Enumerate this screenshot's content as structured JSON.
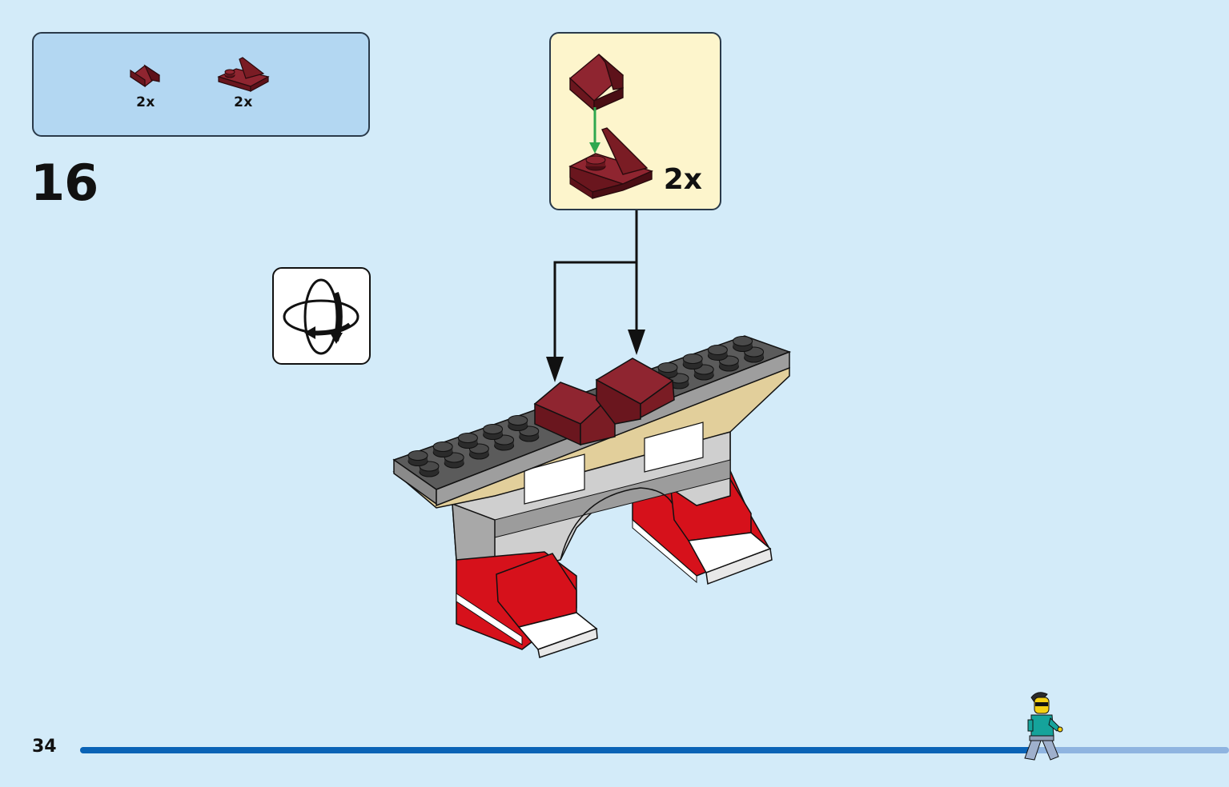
{
  "page": {
    "page_number": "34",
    "step_number": "16",
    "background_color": "#d3ebf9"
  },
  "parts_list": {
    "box_color": "#b3d7f2",
    "items": [
      {
        "part": "slope-brick-1x1-dark-red",
        "quantity": "2x",
        "color": "#7a1c24"
      },
      {
        "part": "plate-with-slope-1x2-dark-red",
        "quantity": "2x",
        "color": "#7a1c24"
      }
    ]
  },
  "subassembly": {
    "quantity": "2x",
    "box_color": "#fdf5cc",
    "arrow_color": "#2fa84f"
  },
  "rotate_hint": {
    "icon": "rotate-model-icon"
  },
  "model": {
    "colors": {
      "dark_red": "#7a1c24",
      "dark_gray": "#5b5b5b",
      "gray": "#bdbdbd",
      "tan": "#e2cf9b",
      "white": "#ffffff",
      "red": "#d6111b"
    }
  },
  "progress": {
    "fraction": 0.83,
    "fill_color": "#0a63b6",
    "track_color": "#8fb4e0"
  },
  "minifigure": {
    "icon": "walking-minifigure-icon"
  }
}
